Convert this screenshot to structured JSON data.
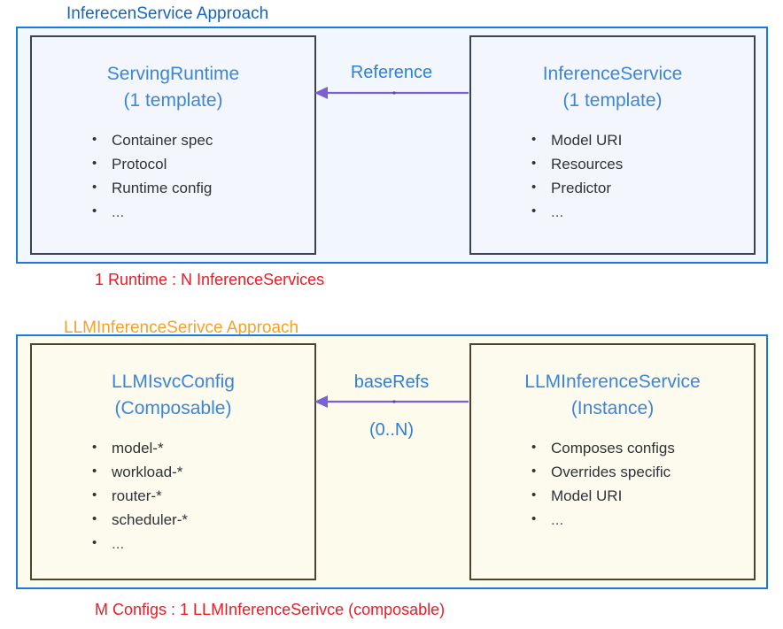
{
  "colors": {
    "container_border": "#1a7ae0",
    "top_title": "#1565c0",
    "bottom_title": "#f5a028",
    "box_heading": "#3d85d8",
    "arrow": "#7b5fd4",
    "arrow_label": "#2f7fd8",
    "ratio_caption": "#ec1c24",
    "top_fill": "#f2f7fd",
    "bottom_fill": "#fdfbeb"
  },
  "sections": [
    {
      "id": "inferenceservice-approach",
      "title": "InferecenService Approach",
      "left_box": {
        "heading": "ServingRuntime",
        "subheading": "(1 template)",
        "bullets": [
          "Container spec",
          "Protocol",
          "..."
        ],
        "bullets_full": [
          "Container spec",
          "Protocol",
          "Runtime config",
          "..."
        ]
      },
      "right_box": {
        "heading": "InferenceService",
        "subheading": "(1 template)",
        "bullets_full": [
          "Model URI",
          "Resources",
          "Predictor",
          "..."
        ]
      },
      "relation": {
        "label_above": "Reference",
        "label_below": "",
        "direction": "right-to-left"
      },
      "ratio_caption": "1 Runtime : N InferenceServices"
    },
    {
      "id": "llminferenceservice-approach",
      "title": "LLMInferenceSerivce Approach",
      "left_box": {
        "heading": "LLMIsvcConfig",
        "subheading": "(Composable)",
        "bullets_full": [
          "model-*",
          "workload-*",
          "router-*",
          "scheduler-*",
          "..."
        ]
      },
      "right_box": {
        "heading": "LLMInferenceService",
        "subheading": "(Instance)",
        "bullets_full": [
          "Composes configs",
          "Overrides specific",
          "Model URI",
          "..."
        ]
      },
      "relation": {
        "label_above": "baseRefs",
        "label_below": "(0..N)",
        "direction": "right-to-left"
      },
      "ratio_caption": "M Configs : 1 LLMInferenceSerivce (composable)"
    }
  ]
}
